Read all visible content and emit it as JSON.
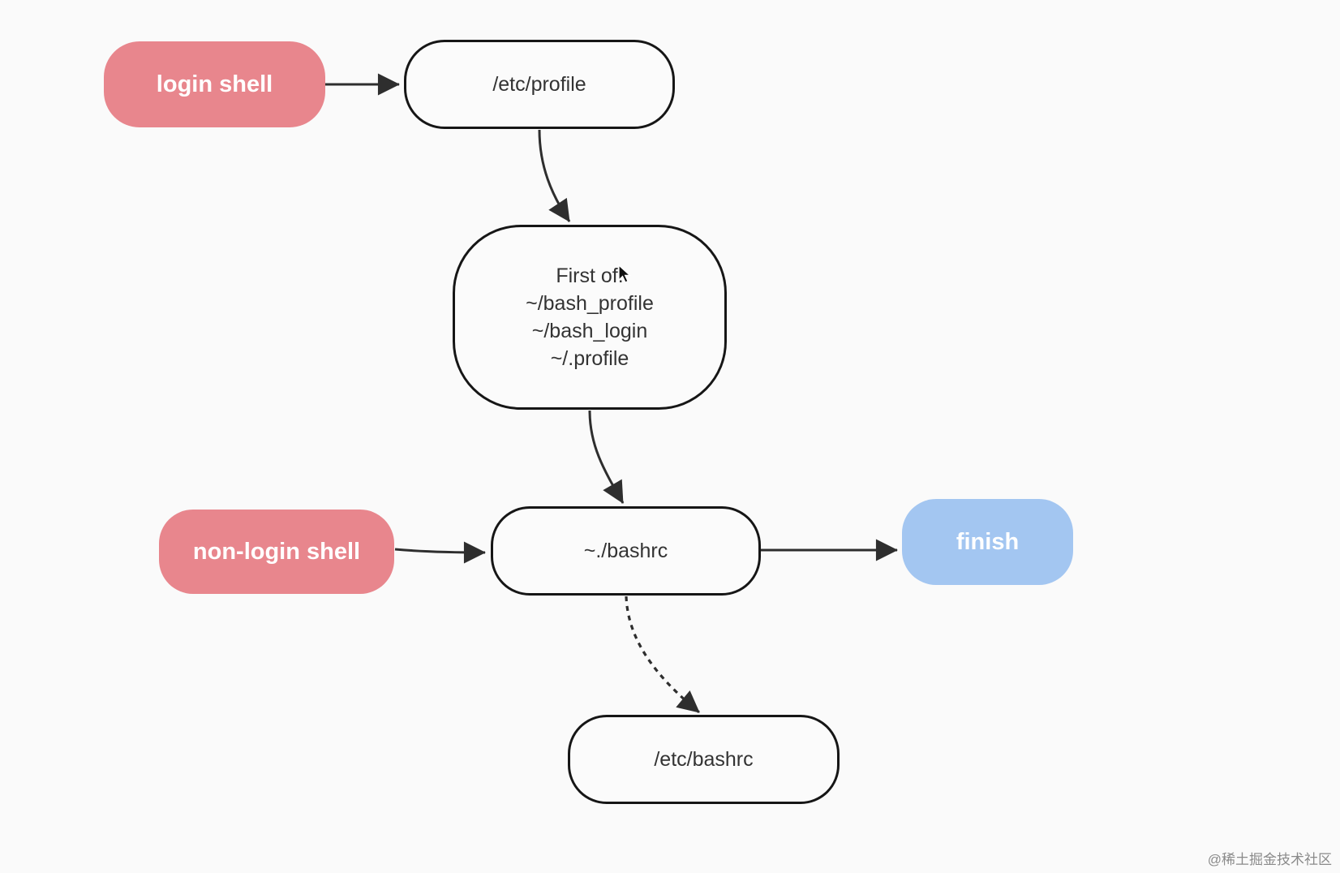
{
  "nodes": {
    "login_shell": {
      "label": "login shell",
      "color": "#e8868d"
    },
    "etc_profile": {
      "label": "/etc/profile"
    },
    "first_of": {
      "lines": [
        "First of:",
        "~/bash_profile",
        "~/bash_login",
        "~/.profile"
      ]
    },
    "non_login_shell": {
      "label": "non-login shell",
      "color": "#e8868d"
    },
    "bashrc": {
      "label": "~./bashrc"
    },
    "finish": {
      "label": "finish",
      "color": "#a3c6f1"
    },
    "etc_bashrc": {
      "label": "/etc/bashrc"
    }
  },
  "edges": [
    {
      "from": "login_shell",
      "to": "etc_profile",
      "style": "solid"
    },
    {
      "from": "etc_profile",
      "to": "first_of",
      "style": "solid"
    },
    {
      "from": "first_of",
      "to": "bashrc",
      "style": "solid"
    },
    {
      "from": "non_login_shell",
      "to": "bashrc",
      "style": "solid"
    },
    {
      "from": "bashrc",
      "to": "finish",
      "style": "solid"
    },
    {
      "from": "bashrc",
      "to": "etc_bashrc",
      "style": "dashed"
    }
  ],
  "watermark": "@稀土掘金技术社区",
  "colors": {
    "background": "#fafafa",
    "stroke": "#161616",
    "arrow": "#2e2e2e"
  }
}
